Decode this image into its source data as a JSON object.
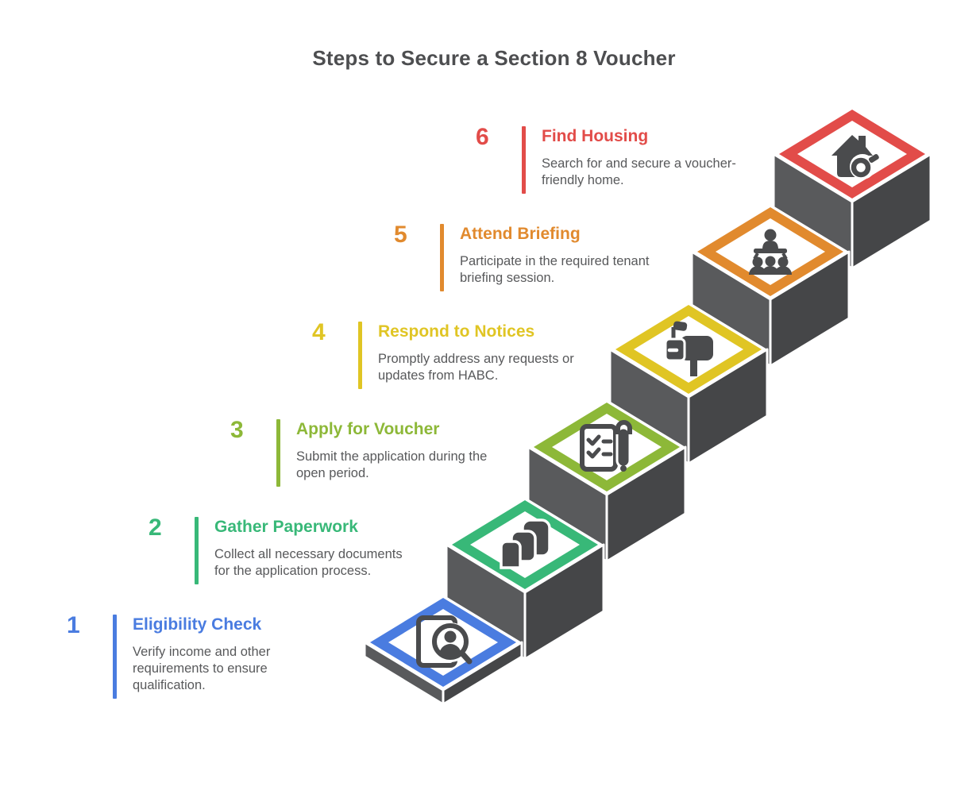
{
  "title": "Steps to Secure a Section 8 Voucher",
  "colors": {
    "title_text": "#4D4E50",
    "body_text": "#58595B",
    "face_left": "#595A5C",
    "face_right": "#454648",
    "icon": "#4A4B4D",
    "background": "#FFFFFF"
  },
  "steps": [
    {
      "number": "1",
      "title": "Eligibility Check",
      "description": "Verify income and other requirements to ensure qualification.",
      "color": "#4A7CE0",
      "icon": "document-person-search-icon"
    },
    {
      "number": "2",
      "title": "Gather Paperwork",
      "description": "Collect all necessary documents for the application process.",
      "color": "#38B878",
      "icon": "documents-stack-icon"
    },
    {
      "number": "3",
      "title": "Apply for Voucher",
      "description": "Submit the application during the open period.",
      "color": "#8DB838",
      "icon": "checklist-pen-icon"
    },
    {
      "number": "4",
      "title": "Respond to Notices",
      "description": "Promptly address any requests or updates from HABC.",
      "color": "#E0C524",
      "icon": "mailbox-icon"
    },
    {
      "number": "5",
      "title": "Attend Briefing",
      "description": "Participate in the required tenant briefing session.",
      "color": "#E18A2E",
      "icon": "briefing-presentation-icon"
    },
    {
      "number": "6",
      "title": "Find Housing",
      "description": "Search for and secure a voucher-friendly home.",
      "color": "#E24C49",
      "icon": "house-key-icon"
    }
  ]
}
